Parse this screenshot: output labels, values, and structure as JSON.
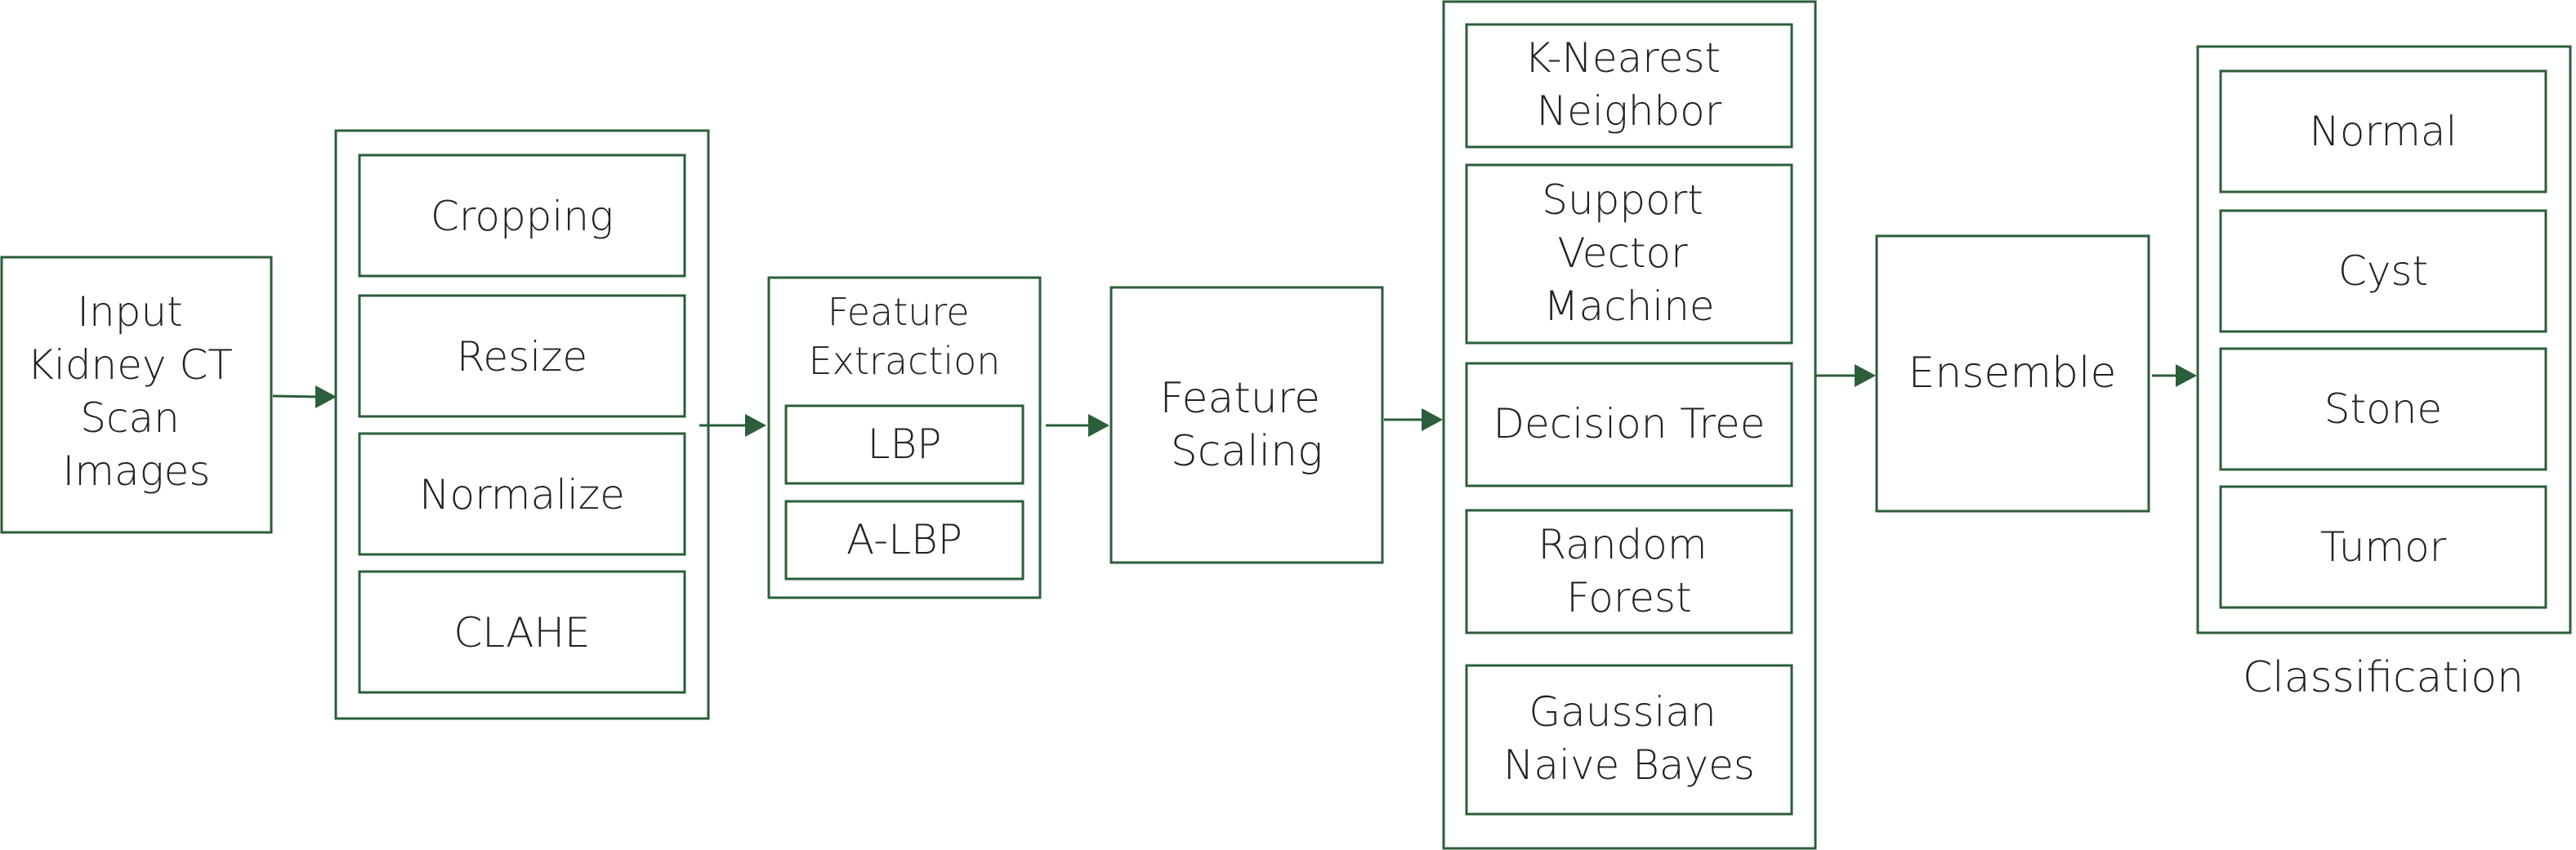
{
  "colors": {
    "stroke": "#2b5e3a",
    "text": "#222222",
    "background": "#ffffff"
  },
  "input": {
    "lines": [
      "Input",
      "Kidney CT",
      "Scan",
      "Images"
    ]
  },
  "preprocessing": {
    "steps": [
      "Cropping",
      "Resize",
      "Normalize",
      "CLAHE"
    ]
  },
  "feature_extraction": {
    "title_lines": [
      "Feature",
      "Extraction"
    ],
    "methods": [
      "LBP",
      "A-LBP"
    ]
  },
  "feature_scaling": {
    "lines": [
      "Feature",
      "Scaling"
    ]
  },
  "classifiers": [
    {
      "lines": [
        "K-Nearest",
        "Neighbor"
      ]
    },
    {
      "lines": [
        "Support",
        "Vector",
        "Machine"
      ]
    },
    {
      "lines": [
        "Decision Tree"
      ]
    },
    {
      "lines": [
        "Random",
        "Forest"
      ]
    },
    {
      "lines": [
        "Gaussian",
        "Naive Bayes"
      ]
    }
  ],
  "ensemble": {
    "label": "Ensemble"
  },
  "classification": {
    "classes": [
      "Normal",
      "Cyst",
      "Stone",
      "Tumor"
    ],
    "caption": "Classification"
  }
}
